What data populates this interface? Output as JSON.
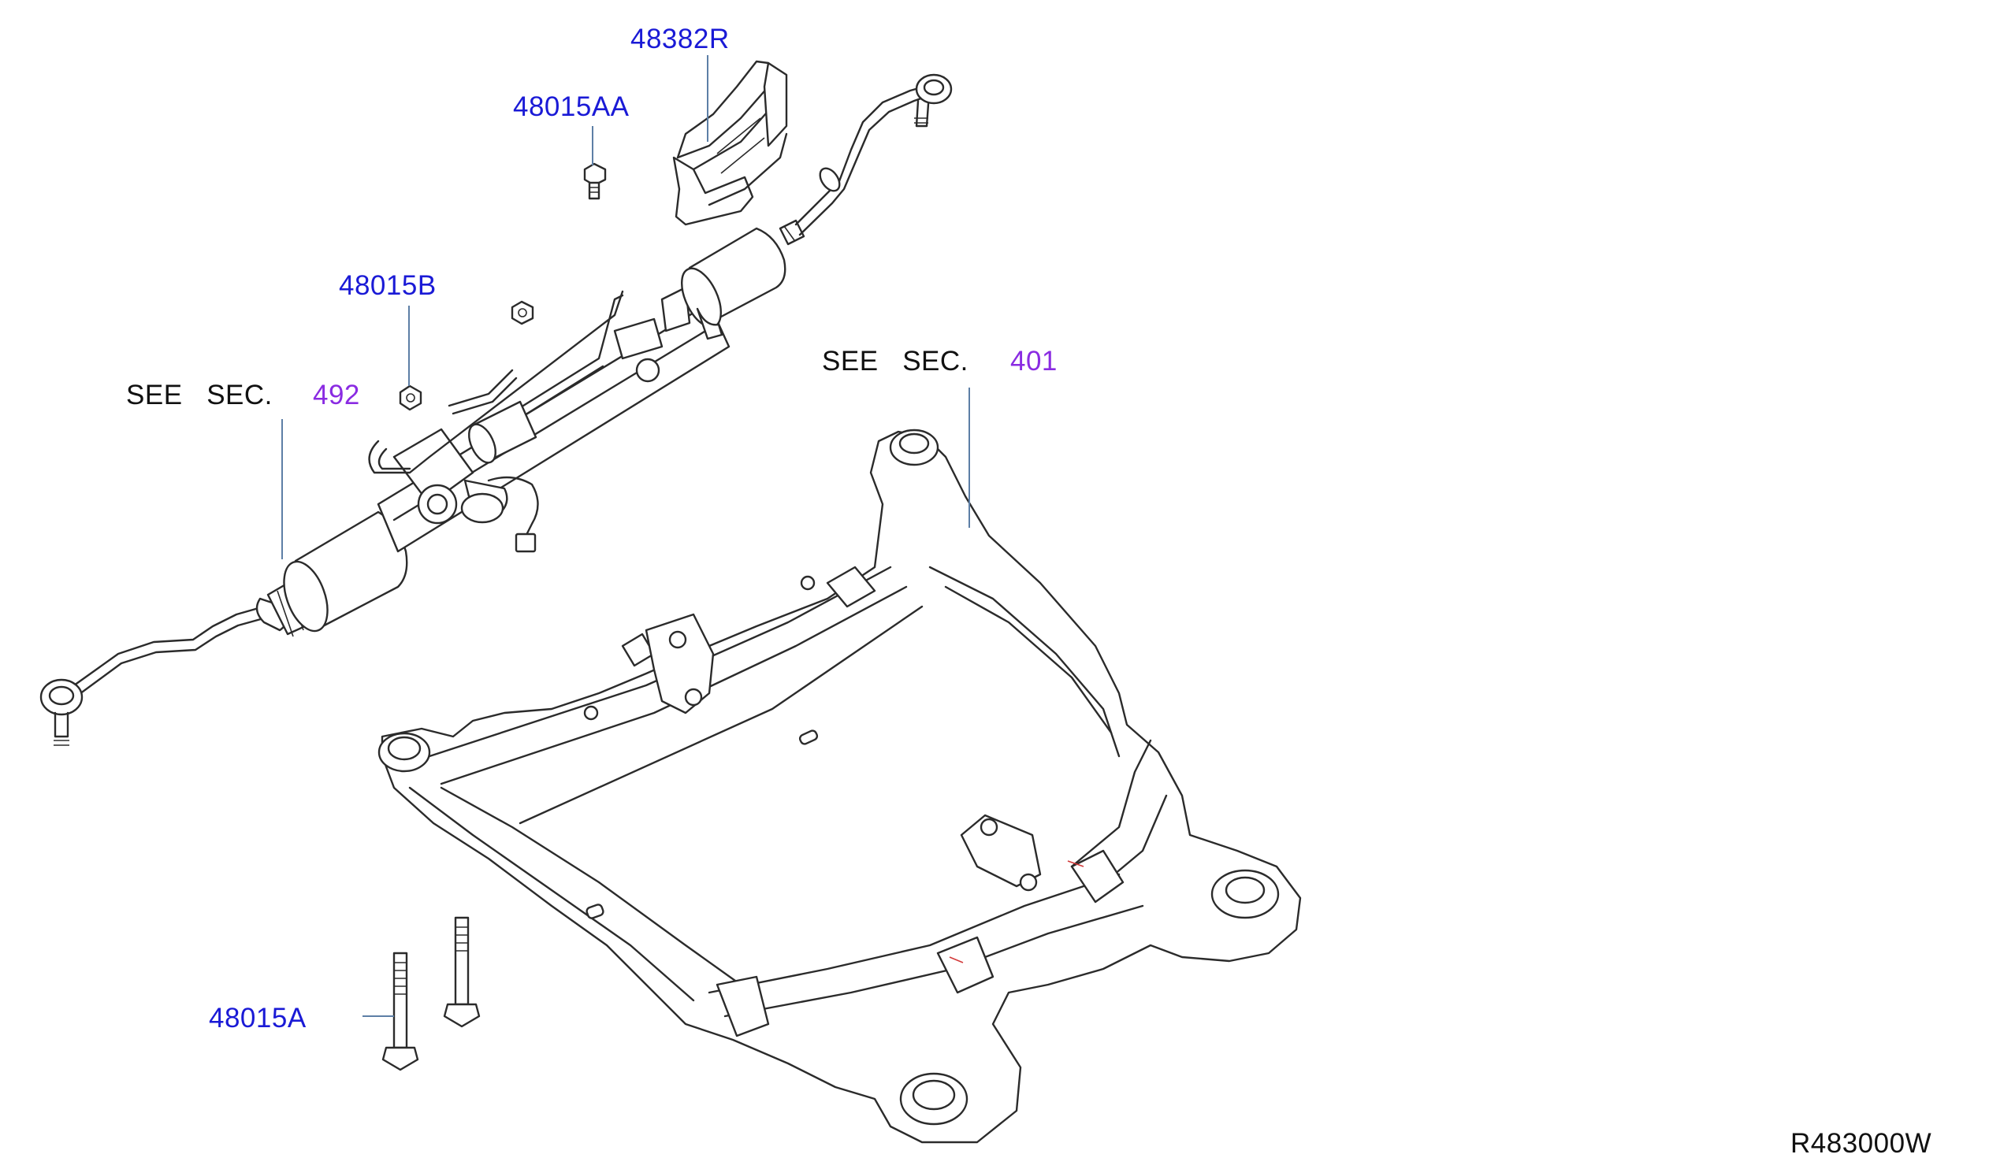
{
  "colors": {
    "part_label": "#1a1ad6",
    "section_number": "#8a2be2",
    "see_text": "#111111",
    "reference_code": "#111111"
  },
  "labels": {
    "part_48382R": "48382R",
    "part_48015AA": "48015AA",
    "part_48015B": "48015B",
    "part_48015A": "48015A"
  },
  "see_sections": [
    {
      "text": "SEE   SEC.",
      "section": "492"
    },
    {
      "text": "SEE   SEC.",
      "section": "401"
    }
  ],
  "reference_code": "R483000W"
}
